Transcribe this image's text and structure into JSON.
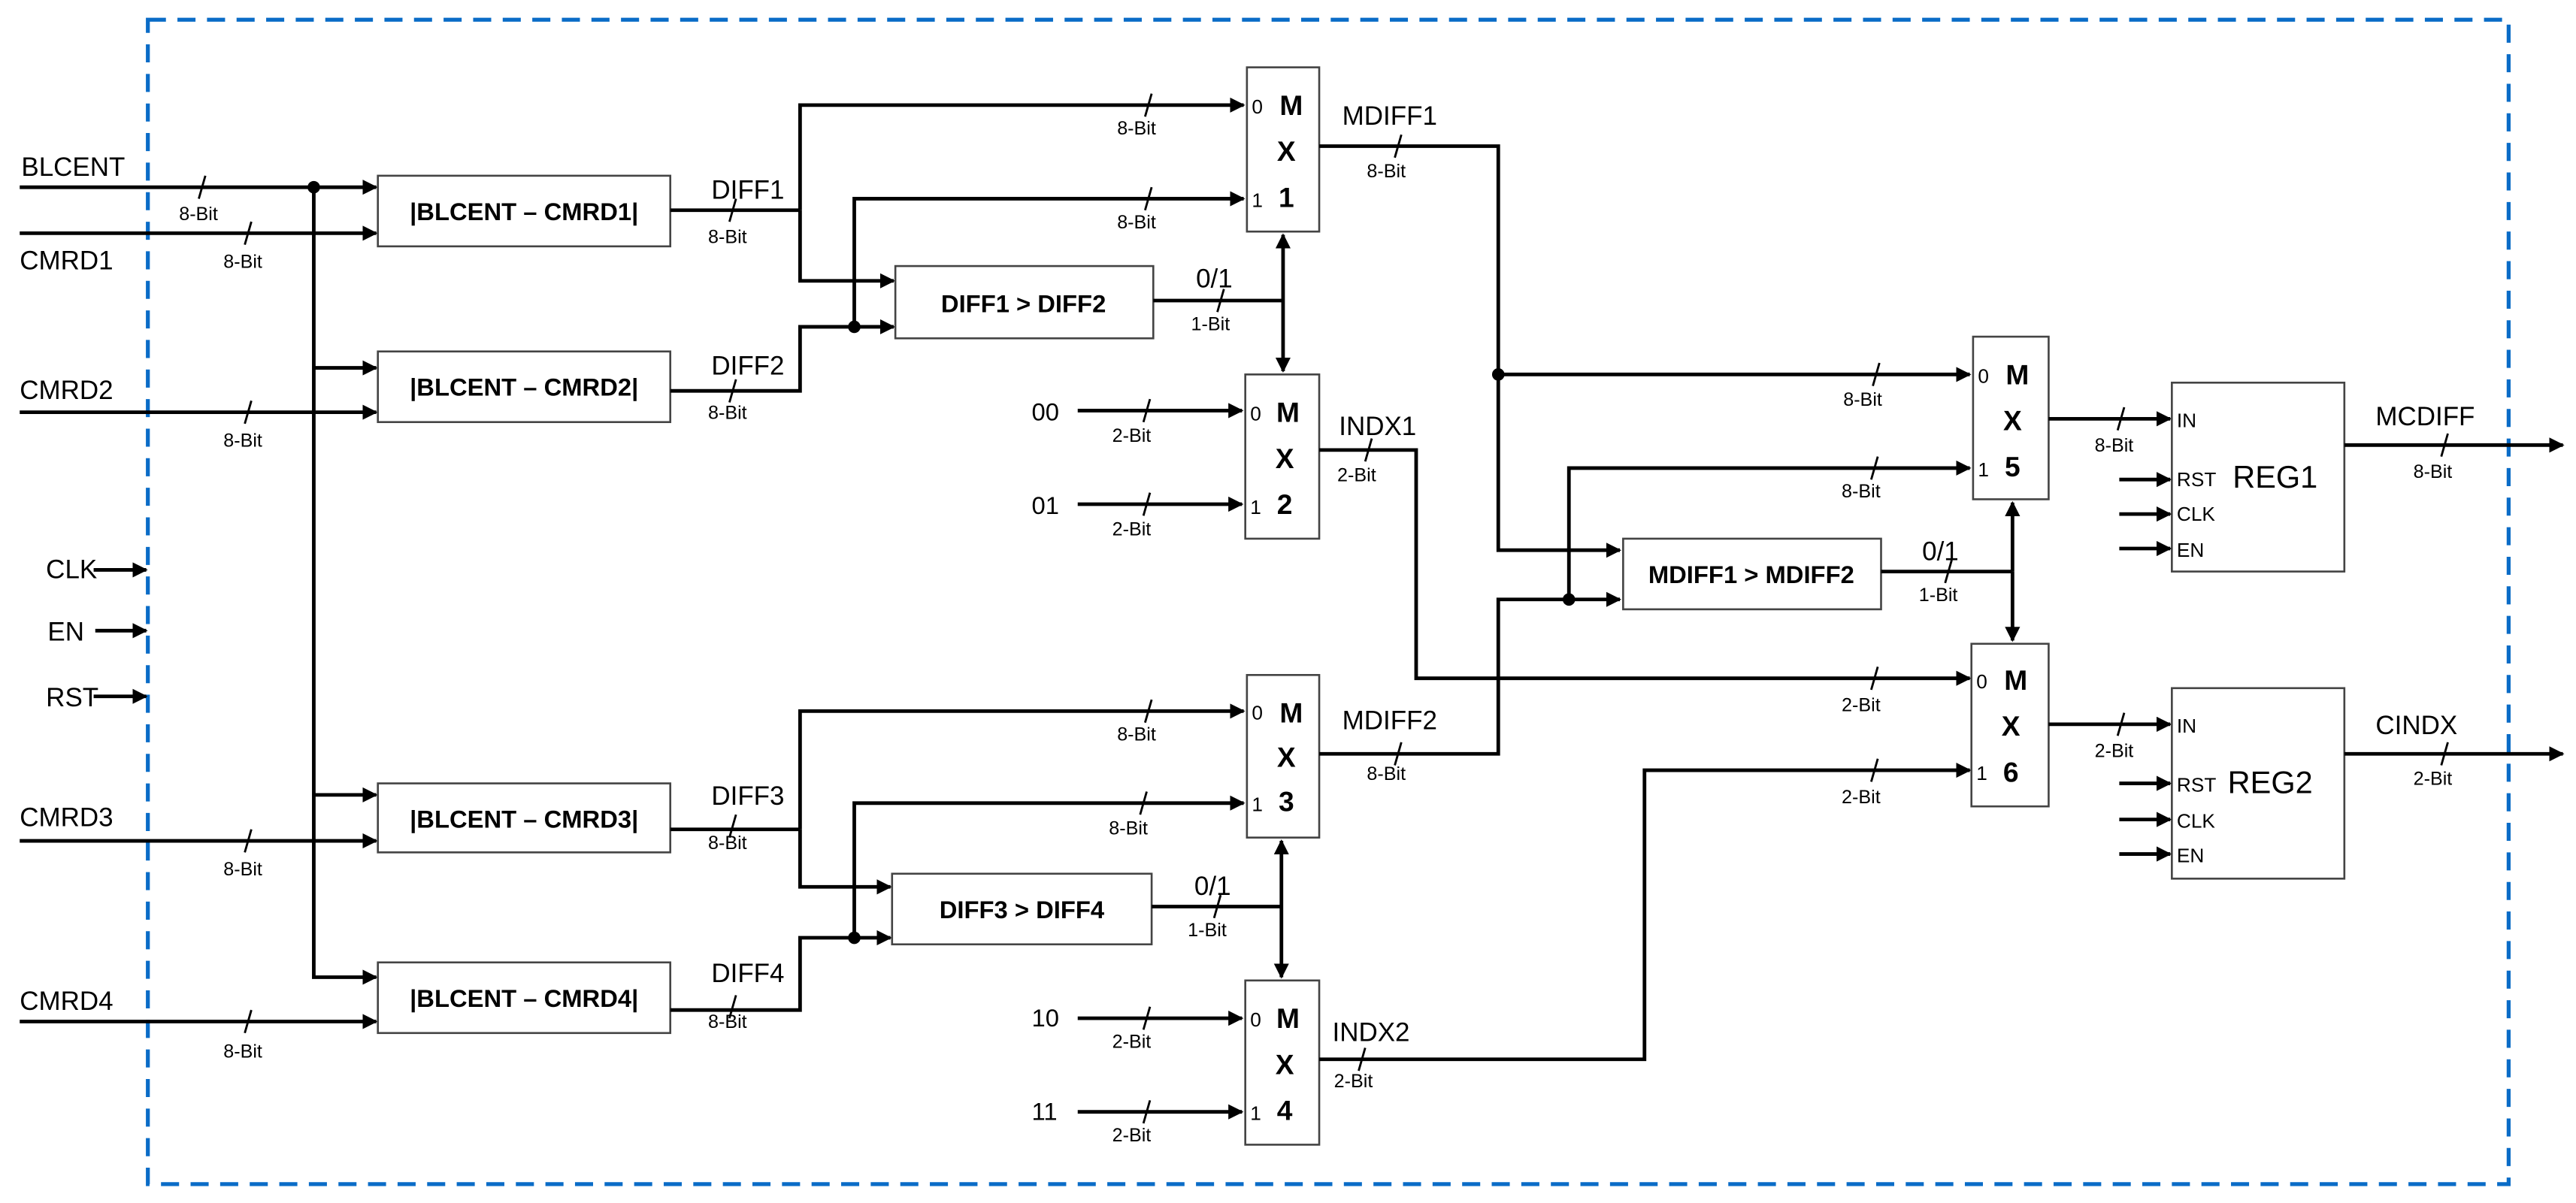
{
  "diagram": {
    "colors": {
      "border": "#0a6cc7",
      "wire": "#000000",
      "box_stroke": "#444444"
    },
    "inputs": {
      "blcent": {
        "label": "BLCENT",
        "width": "8-Bit"
      },
      "cmrd1": {
        "label": "CMRD1",
        "width": "8-Bit"
      },
      "cmrd2": {
        "label": "CMRD2",
        "width": "8-Bit"
      },
      "cmrd3": {
        "label": "CMRD3",
        "width": "8-Bit"
      },
      "cmrd4": {
        "label": "CMRD4",
        "width": "8-Bit"
      },
      "clk": {
        "label": "CLK"
      },
      "en": {
        "label": "EN"
      },
      "rst": {
        "label": "RST"
      }
    },
    "abs_blocks": [
      {
        "label": "|BLCENT – CMRD1|",
        "out": "DIFF1",
        "width": "8-Bit"
      },
      {
        "label": "|BLCENT – CMRD2|",
        "out": "DIFF2",
        "width": "8-Bit"
      },
      {
        "label": "|BLCENT – CMRD3|",
        "out": "DIFF3",
        "width": "8-Bit"
      },
      {
        "label": "|BLCENT – CMRD4|",
        "out": "DIFF4",
        "width": "8-Bit"
      }
    ],
    "comparators": [
      {
        "label": "DIFF1 > DIFF2",
        "out": "0/1",
        "width": "1-Bit"
      },
      {
        "label": "DIFF3 > DIFF4",
        "out": "0/1",
        "width": "1-Bit"
      },
      {
        "label": "MDIFF1 > MDIFF2",
        "out": "0/1",
        "width": "1-Bit"
      }
    ],
    "muxes": [
      {
        "letters": [
          "M",
          "X",
          "1"
        ],
        "sel0": "0",
        "sel1": "1",
        "in0_width": "8-Bit",
        "in1_width": "8-Bit",
        "out": "MDIFF1",
        "out_width": "8-Bit"
      },
      {
        "letters": [
          "M",
          "X",
          "2"
        ],
        "sel0": "0",
        "sel1": "1",
        "in0_value": "00",
        "in1_value": "01",
        "in0_width": "2-Bit",
        "in1_width": "2-Bit",
        "out": "INDX1",
        "out_width": "2-Bit"
      },
      {
        "letters": [
          "M",
          "X",
          "3"
        ],
        "sel0": "0",
        "sel1": "1",
        "in0_width": "8-Bit",
        "in1_width": "8-Bit",
        "out": "MDIFF2",
        "out_width": "8-Bit"
      },
      {
        "letters": [
          "M",
          "X",
          "4"
        ],
        "sel0": "0",
        "sel1": "1",
        "in0_value": "10",
        "in1_value": "11",
        "in0_width": "2-Bit",
        "in1_width": "2-Bit",
        "out": "INDX2",
        "out_width": "2-Bit"
      },
      {
        "letters": [
          "M",
          "X",
          "5"
        ],
        "sel0": "0",
        "sel1": "1",
        "in0_width": "8-Bit",
        "in1_width": "8-Bit",
        "out_width": "8-Bit"
      },
      {
        "letters": [
          "M",
          "X",
          "6"
        ],
        "sel0": "0",
        "sel1": "1",
        "in0_width": "2-Bit",
        "in1_width": "2-Bit",
        "out_width": "2-Bit"
      }
    ],
    "registers": [
      {
        "label": "REG1",
        "ports": [
          "IN",
          "RST",
          "CLK",
          "EN"
        ],
        "out": "MCDIFF",
        "out_width": "8-Bit"
      },
      {
        "label": "REG2",
        "ports": [
          "IN",
          "RST",
          "CLK",
          "EN"
        ],
        "out": "CINDX",
        "out_width": "2-Bit"
      }
    ]
  }
}
